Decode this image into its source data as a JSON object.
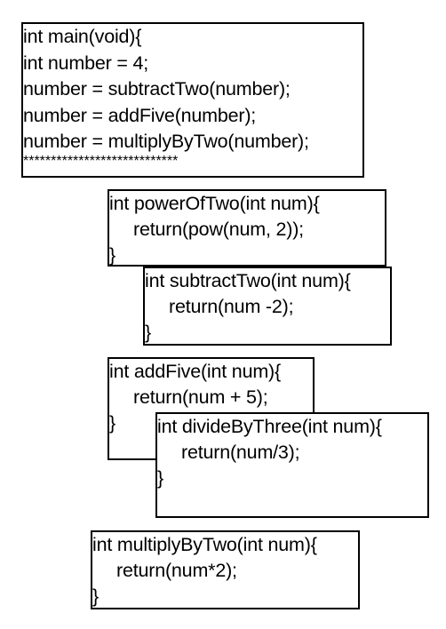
{
  "main": {
    "lines": [
      "int main(void){",
      "int number = 4;",
      "number = subtractTwo(number);",
      "number = addFive(number);",
      "number = multiplyByTwo(number);"
    ],
    "separator": "****************************"
  },
  "functions": {
    "powerOfTwo": {
      "signature": "int powerOfTwo(int num){",
      "body": "return(pow(num, 2));",
      "close": "}"
    },
    "subtractTwo": {
      "signature": "int subtractTwo(int num){",
      "body": "return(num -2);",
      "close": "}"
    },
    "addFive": {
      "signature": "int addFive(int num){",
      "body": "return(num + 5);",
      "close": "}"
    },
    "divideByThree": {
      "signature": "int divideByThree(int num){",
      "body": "return(num/3);",
      "close": "}"
    },
    "multiplyByTwo": {
      "signature": "int multiplyByTwo(int num){",
      "body": "return(num*2);",
      "close": "}"
    }
  }
}
